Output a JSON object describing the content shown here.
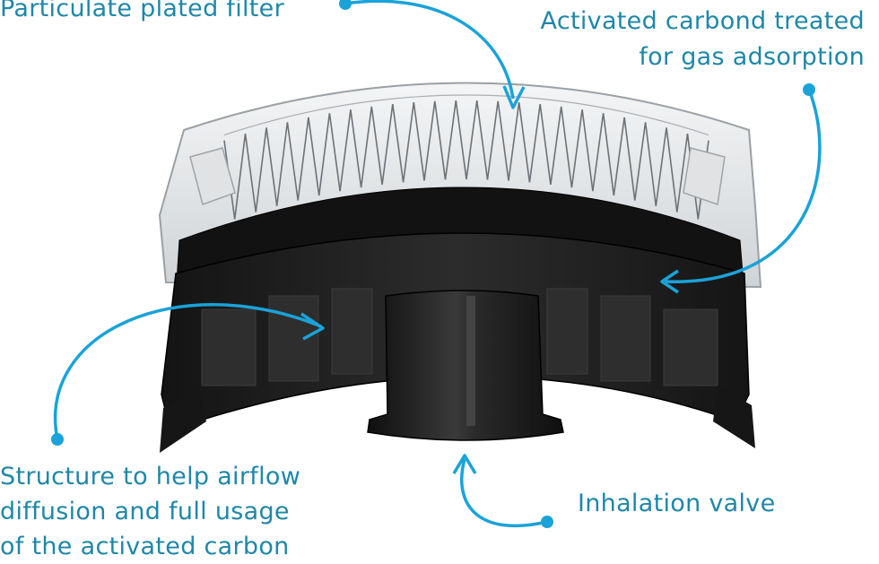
{
  "labels": {
    "particulate": "Particulate plated filter",
    "carbon_line1": "Activated carbond treated",
    "carbon_line2": "for gas adsorption",
    "structure_line1": "Structure to help airflow",
    "structure_line2": "diffusion and full usage",
    "structure_line3": "of the activated carbon",
    "valve": "Inhalation valve"
  },
  "colors": {
    "callout": "#1aa3d9",
    "label_text": "#1f87a8",
    "body_dark": "#1b1b1b",
    "transparent_shell": "#e6e8ea"
  }
}
